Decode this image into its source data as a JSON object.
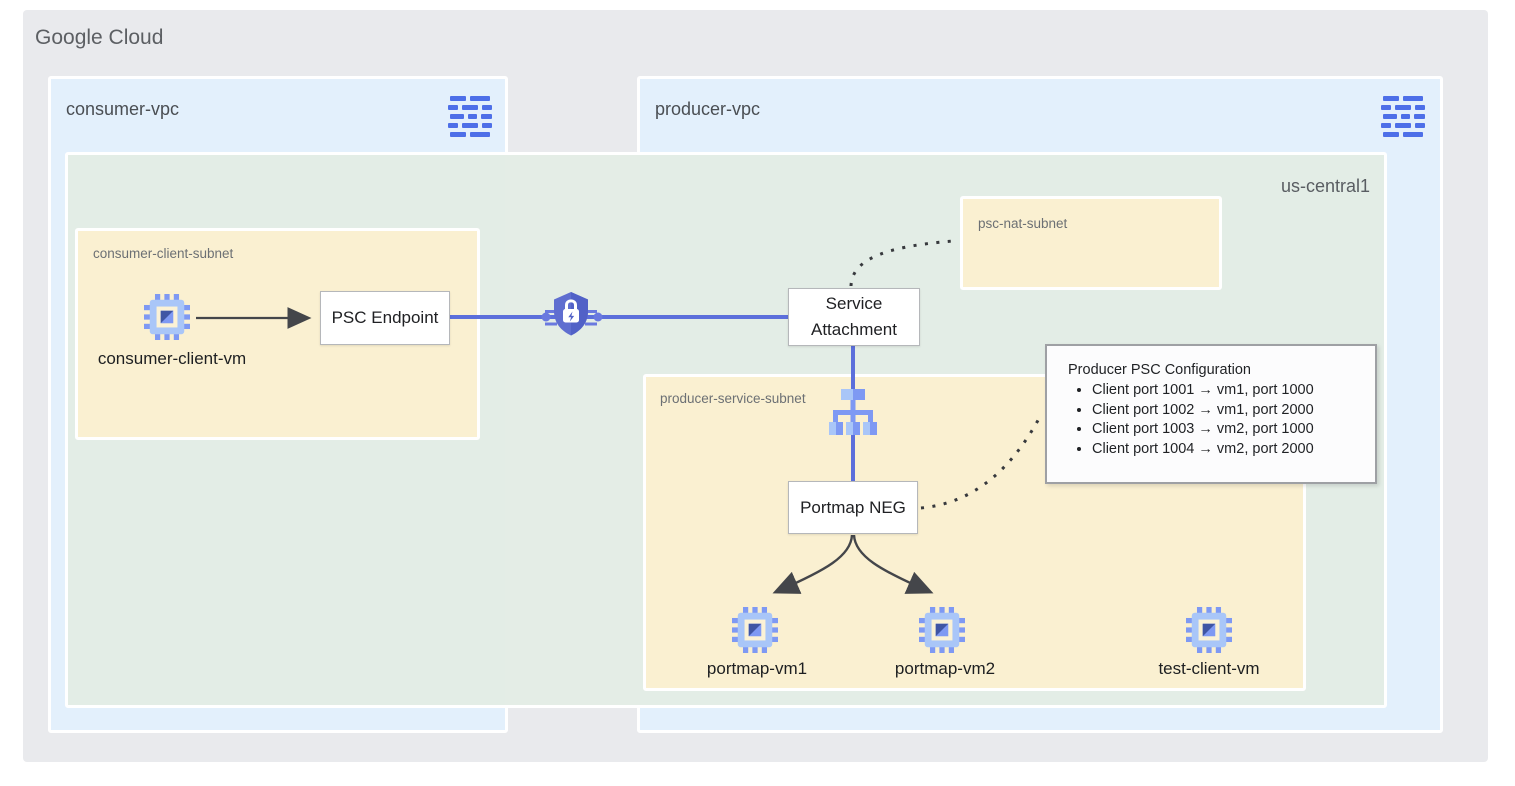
{
  "header": {
    "title": "Google Cloud"
  },
  "consumer_vpc": {
    "label": "consumer-vpc",
    "network_icon": "vpc-network-icon",
    "client_subnet": {
      "label": "consumer-client-subnet",
      "vm_label": "consumer-client-vm",
      "endpoint_label": "PSC Endpoint"
    }
  },
  "producer_vpc": {
    "label": "producer-vpc",
    "network_icon": "vpc-network-icon",
    "service_attachment_label": "Service Attachment",
    "psc_nat_subnet": {
      "label": "psc-nat-subnet"
    },
    "producer_service_subnet": {
      "label": "producer-service-subnet",
      "neg_label": "Portmap NEG",
      "vm1_label": "portmap-vm1",
      "vm2_label": "portmap-vm2",
      "test_vm_label": "test-client-vm"
    }
  },
  "region": {
    "label": "us-central1"
  },
  "producer_psc_config": {
    "title": "Producer PSC Configuration",
    "items": [
      "Client port 1001 → vm1, port 1000",
      "Client port 1002 → vm1, port 2000",
      "Client port 1003 → vm2, port 1000",
      "Client port 1004 → vm2, port 2000"
    ]
  },
  "icons": {
    "compute_engine": "compute-engine-vm-icon",
    "load_balancer": "load-balancer-icon",
    "psc_shield": "private-service-connect-shield-lock-icon",
    "vpc_network": "vpc-network-icon"
  },
  "colors": {
    "cloud_bg": "#E9EAED",
    "vpc_bg": "#E3F0FC",
    "region_bg": "#E6EDE7",
    "subnet_bg": "#FAF0D1",
    "connection_line": "#5C6FDB",
    "icon_blue_light": "#A9C6F8",
    "icon_blue_medium": "#7E99F3",
    "icon_blue_dark": "#3F55A4",
    "network_icon_blue": "#4D6FE8",
    "shield_blue": "#5F6ED0",
    "arrow_dark": "#44464A",
    "text_dark": "#202124",
    "text_gray": "#5C5F63"
  }
}
